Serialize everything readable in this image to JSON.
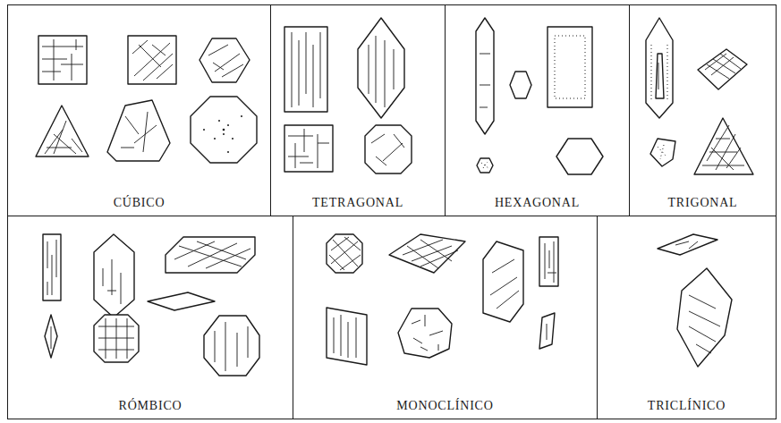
{
  "diagram": {
    "nodes": [
      {
        "text": [
          "CÚBICO"
        ]
      },
      {
        "text": [
          "TETRAGONAL"
        ]
      },
      {
        "text": [
          "HEXAGONAL"
        ]
      },
      {
        "text": [
          "TRIGONAL"
        ]
      },
      {
        "text": [
          "RÓMBICO"
        ]
      },
      {
        "text": [
          "MONOCLÍNICO"
        ]
      },
      {
        "text": [
          "TRICLÍNICO"
        ]
      }
    ]
  }
}
